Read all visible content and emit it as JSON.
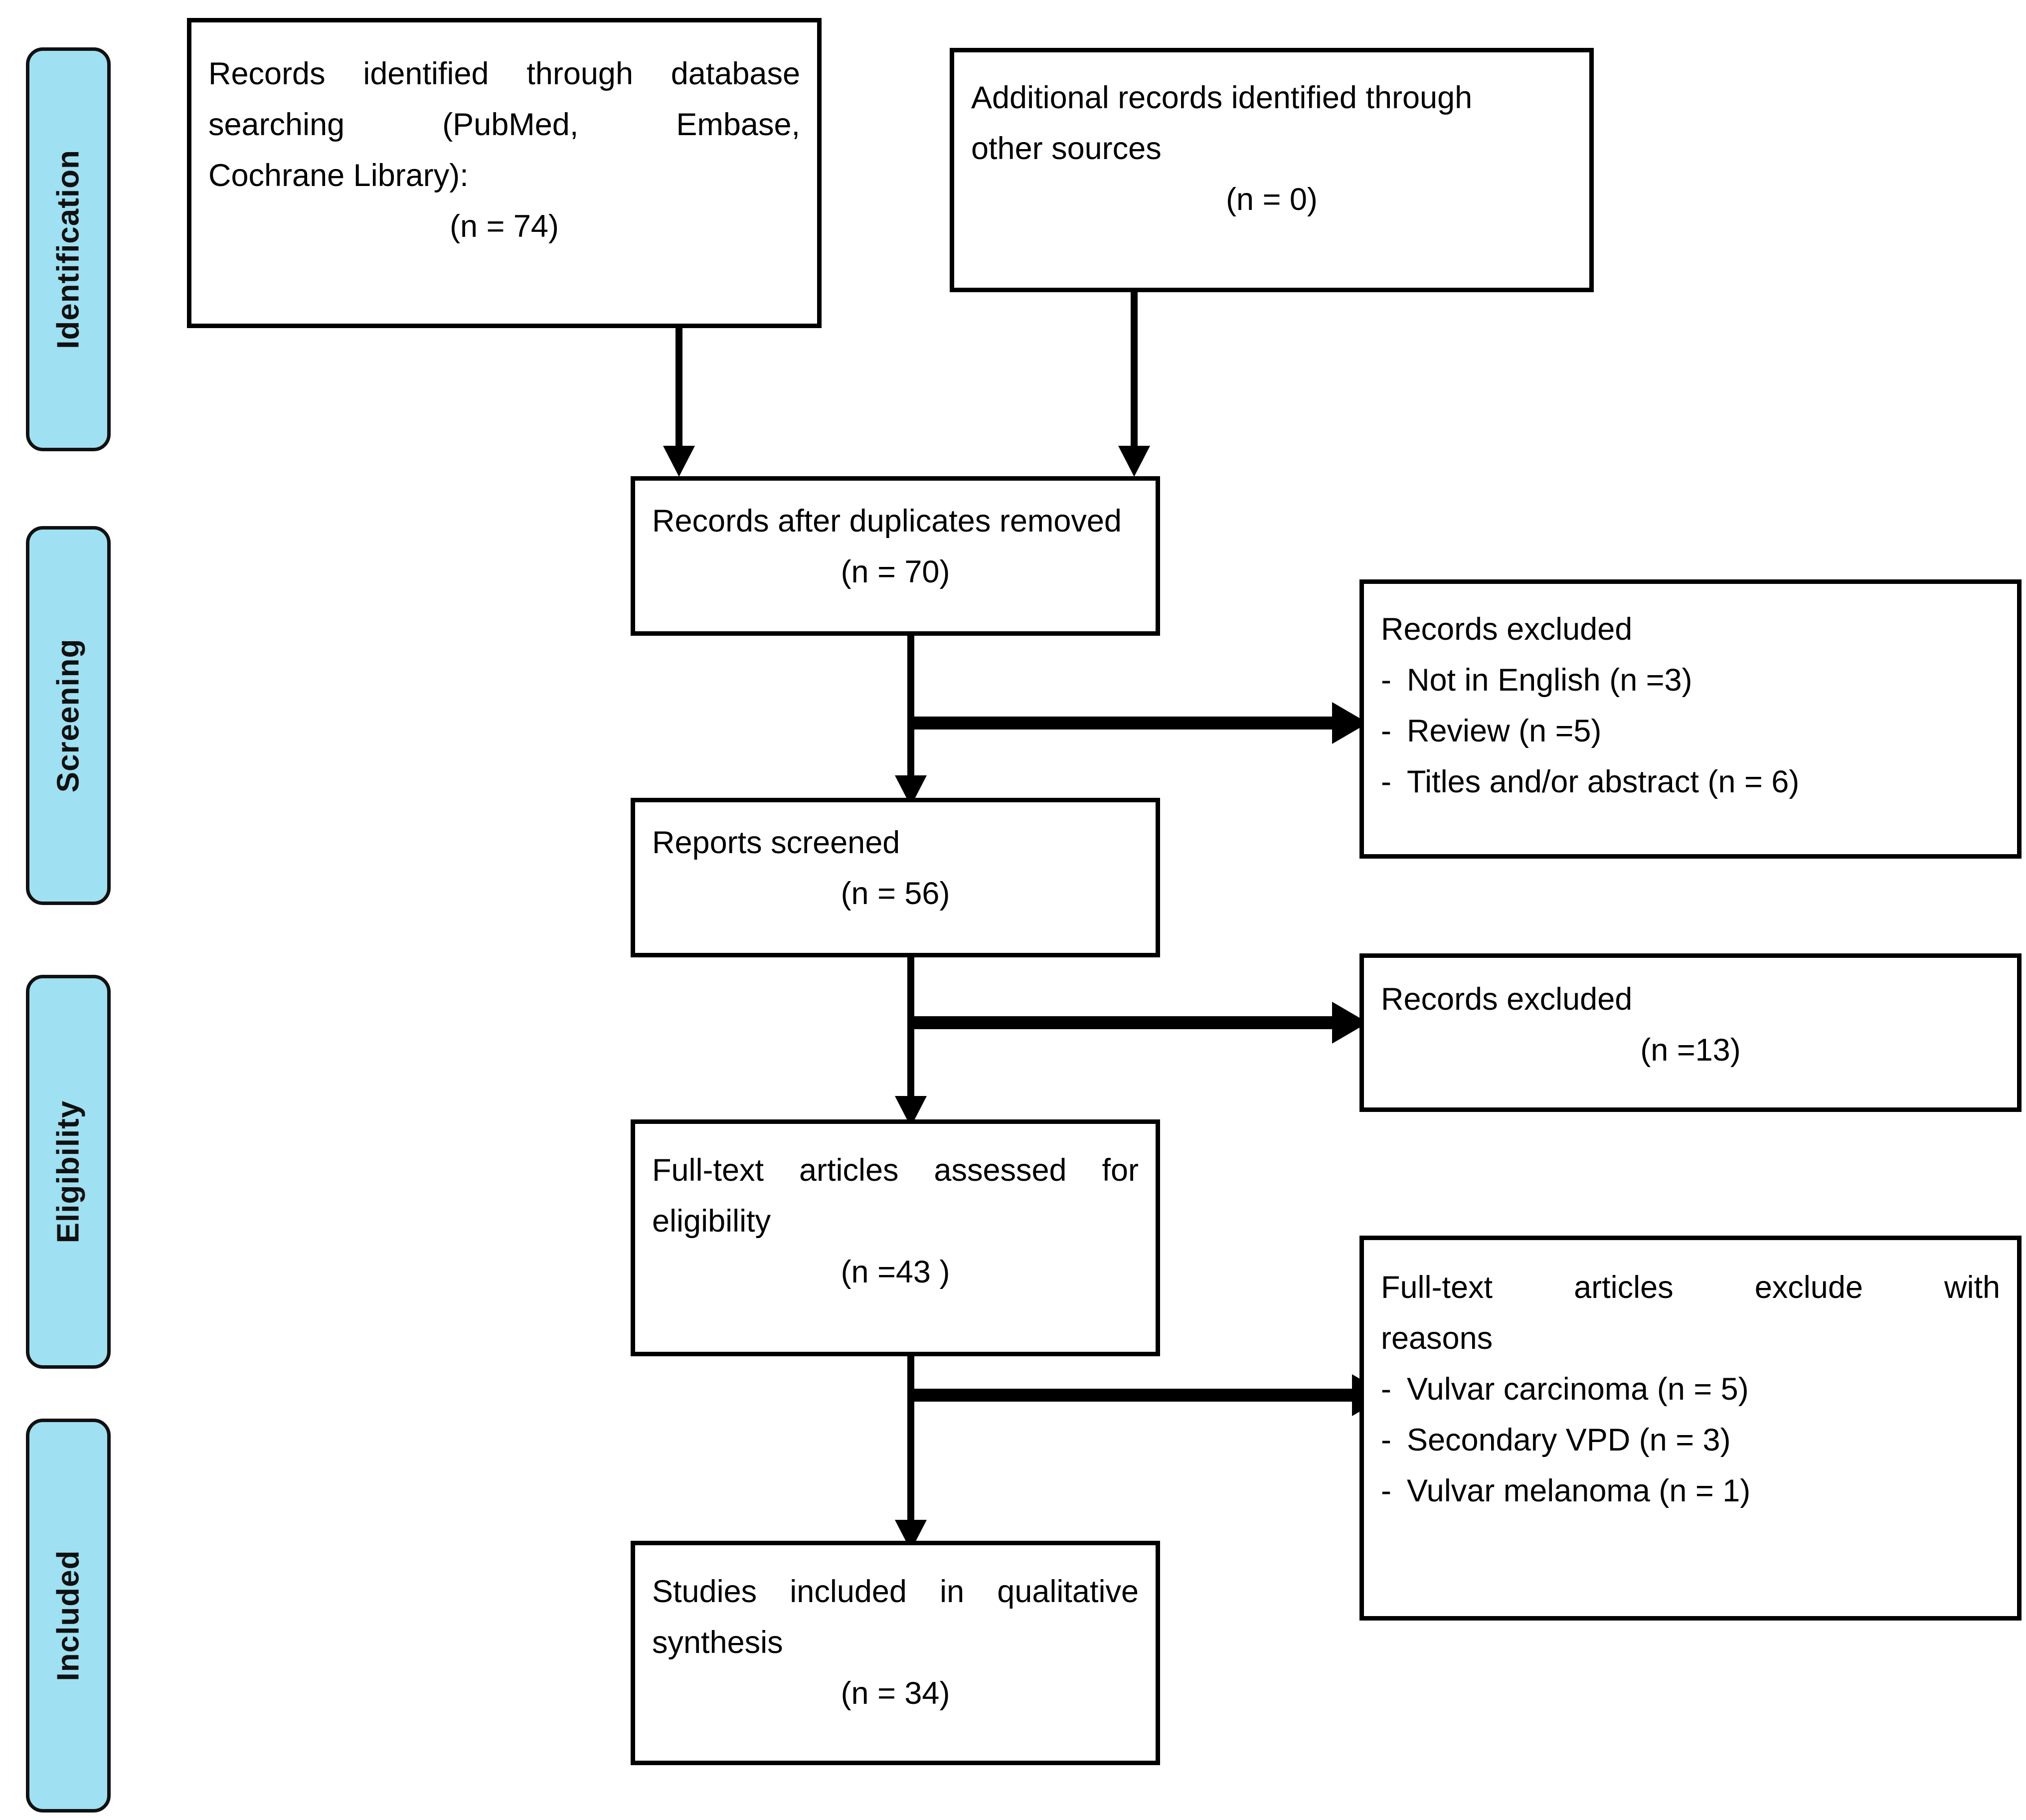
{
  "diagram": {
    "type": "prisma-flow-diagram",
    "stages": [
      {
        "id": "identification",
        "label": "Identification"
      },
      {
        "id": "screening",
        "label": "Screening"
      },
      {
        "id": "eligibility",
        "label": "Eligibility"
      },
      {
        "id": "included",
        "label": "Included"
      }
    ],
    "boxes": {
      "database_records": {
        "lines": [
          "Records identified through database",
          "searching (PubMed, Embase,",
          "Cochrane Library):"
        ],
        "count": "(n = 74)"
      },
      "other_records": {
        "lines": [
          "Additional records identified through",
          "other sources"
        ],
        "count": "(n = 0)"
      },
      "duplicates_removed": {
        "lines": [
          "Records after duplicates removed"
        ],
        "count": "(n = 70)"
      },
      "records_excluded_screening": {
        "title": "Records excluded",
        "items": [
          "Not in English (n =3)",
          "Review (n =5)",
          "Titles and/or abstract (n = 6)"
        ],
        "bullet": "-"
      },
      "reports_screened": {
        "lines": [
          "Reports screened"
        ],
        "count": "(n = 56)"
      },
      "records_excluded_eligibility": {
        "title": "Records excluded",
        "count": "(n =13)"
      },
      "fulltext_assessed": {
        "lines": [
          "Full-text articles assessed for",
          "eligibility"
        ],
        "count": "(n =43 )"
      },
      "fulltext_excluded": {
        "lines": [
          "Full-text articles exclude with",
          "reasons"
        ],
        "items": [
          "Vulvar carcinoma (n = 5)",
          "Secondary VPD (n = 3)",
          "Vulvar melanoma (n = 1)"
        ],
        "bullet": "-"
      },
      "studies_included": {
        "lines": [
          "Studies included in qualitative",
          "synthesis"
        ],
        "count": "(n = 34)"
      }
    },
    "colors": {
      "stage_fill": "#9fe0f2",
      "stage_border": "#111111",
      "box_border": "#000000",
      "text": "#000000",
      "background": "#ffffff"
    }
  }
}
